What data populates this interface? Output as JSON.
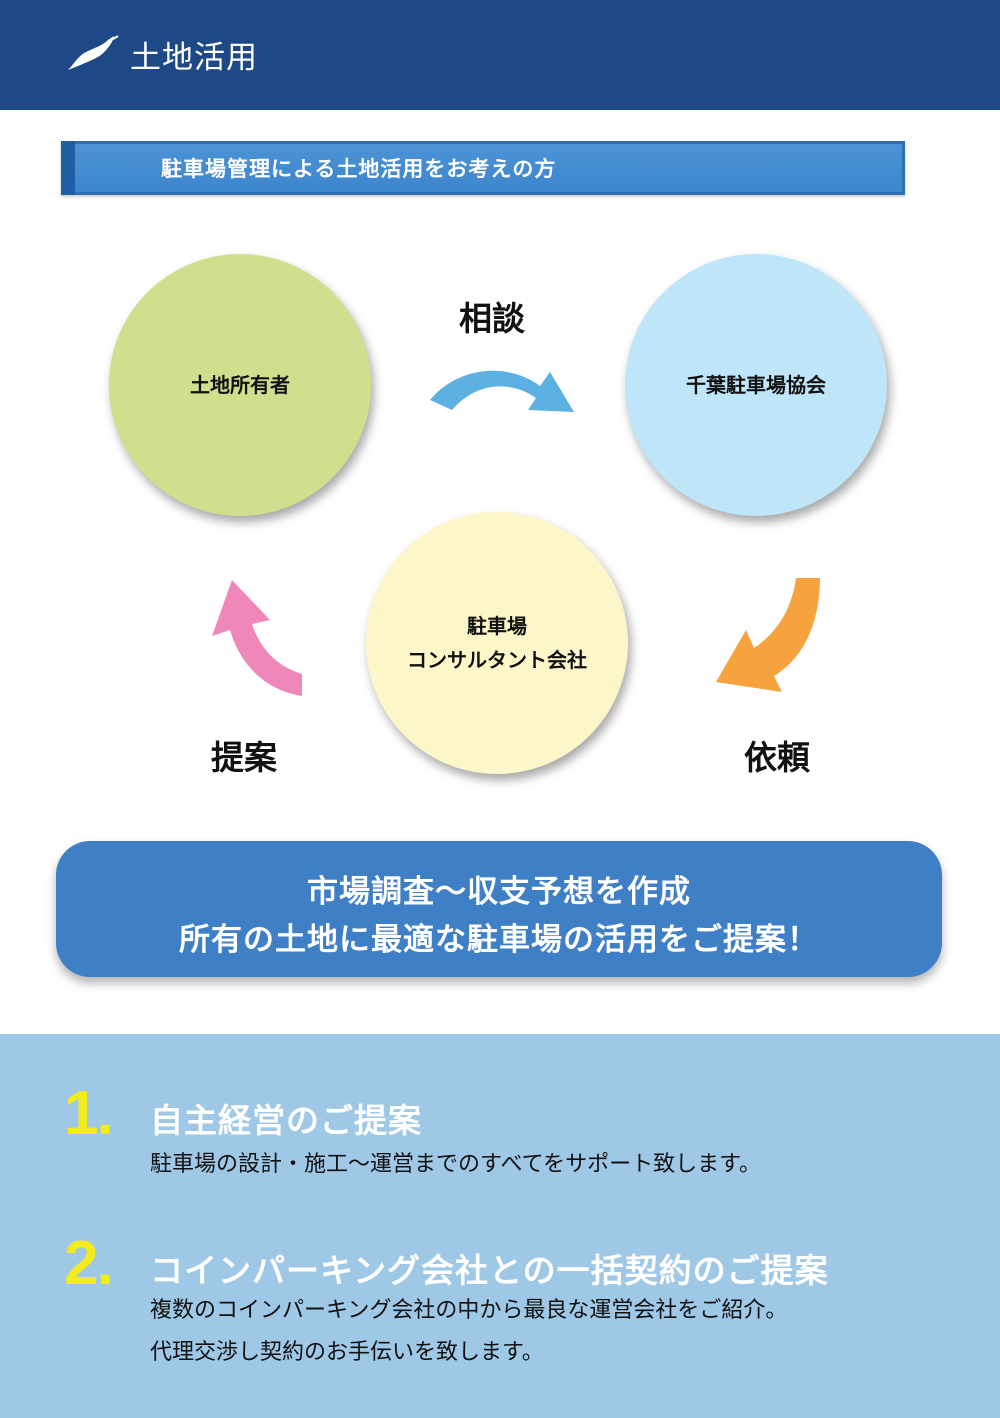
{
  "header": {
    "title": "土地活用",
    "logo_icon": "region-map-icon"
  },
  "section": {
    "title": "駐車場管理による土地活用をお考えの方"
  },
  "flow": {
    "owner": "土地所有者",
    "association": "千葉駐車場協会",
    "consultant_line1": "駐車場",
    "consultant_line2": "コンサルタント会社",
    "step_consult": "相談",
    "step_request": "依頼",
    "step_propose": "提案",
    "colors": {
      "owner": "#cedf8e",
      "association": "#bfe5f8",
      "consultant": "#fcf6c8",
      "arrow_consult": "#5cb0e2",
      "arrow_request": "#f6a33d",
      "arrow_propose": "#ef87bb"
    }
  },
  "banner": {
    "line1": "市場調査〜収支予想を作成",
    "line2": "所有の土地に最適な駐車場の活用をご提案！"
  },
  "features": [
    {
      "number": "1.",
      "title": "自主経営のご提案",
      "lines": [
        "駐車場の設計・施工〜運営までのすべてをサポート致します。"
      ]
    },
    {
      "number": "2.",
      "title": "コインパーキング会社との一括契約のご提案",
      "lines": [
        "複数のコインパーキング会社の中から最良な運営会社をご紹介。",
        "代理交渉し契約のお手伝いを致します。"
      ]
    }
  ]
}
